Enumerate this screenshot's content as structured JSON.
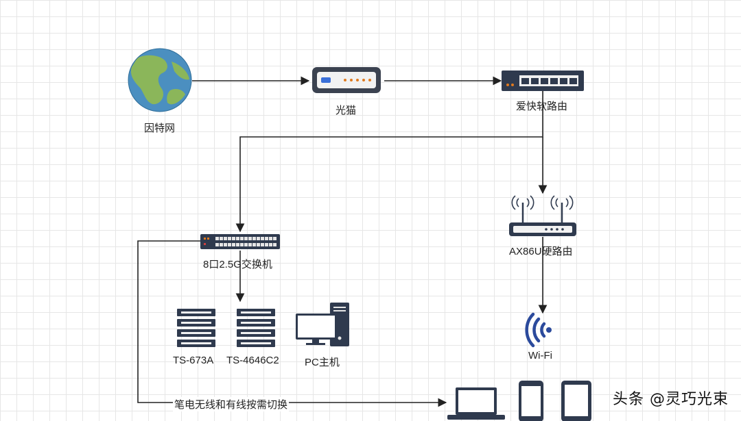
{
  "nodes": {
    "internet": "因特网",
    "modem": "光猫",
    "soft_router": "爱快软路由",
    "switch": "8口2.5G交换机",
    "hard_router": "AX86U硬路由",
    "wifi": "Wi-Fi",
    "nas1": "TS-673A",
    "nas2": "TS-4646C2",
    "pc": "PC主机"
  },
  "edges": {
    "laptop_link": "笔电无线和有线按需切换"
  },
  "watermark": "头条 @灵巧光束"
}
